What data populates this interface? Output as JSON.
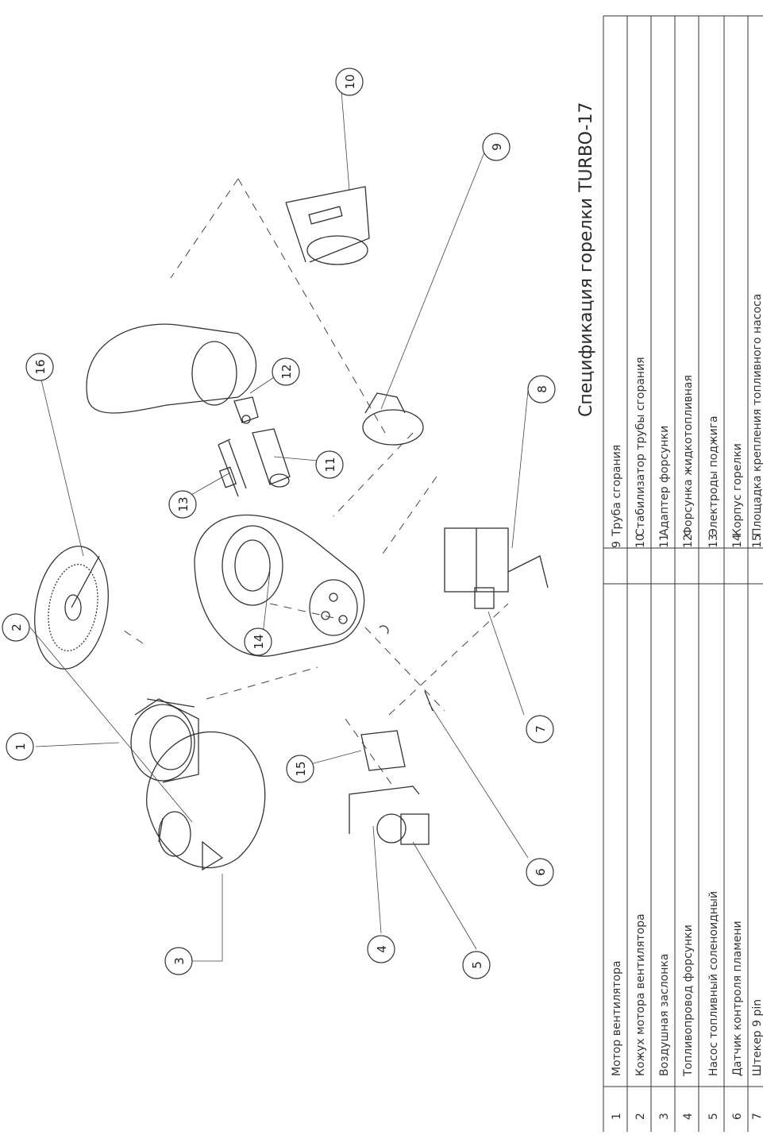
{
  "title": "Спецификация горелки TURBO-17",
  "callouts": [
    "1",
    "2",
    "3",
    "4",
    "5",
    "6",
    "7",
    "8",
    "9",
    "10",
    "11",
    "12",
    "13",
    "14",
    "15",
    "16"
  ],
  "table": {
    "left": [
      {
        "num": "1",
        "name": "Мотор вентилятора"
      },
      {
        "num": "2",
        "name": "Кожух мотора вентилятора"
      },
      {
        "num": "3",
        "name": "Воздушная заслонка"
      },
      {
        "num": "4",
        "name": "Топливопровод форсунки"
      },
      {
        "num": "5",
        "name": "Насос топливный соленоидный"
      },
      {
        "num": "6",
        "name": "Датчик контроля пламени"
      },
      {
        "num": "7",
        "name": "Штекер 9 pin"
      }
    ],
    "right": [
      {
        "num": "9",
        "name": "Труба сгорания"
      },
      {
        "num": "10",
        "name": "Стабилизатор трубы сгорания"
      },
      {
        "num": "11",
        "name": "Адаптер форсунки"
      },
      {
        "num": "12",
        "name": "Форсунка жидкотопливная"
      },
      {
        "num": "13",
        "name": "Электроды поджига"
      },
      {
        "num": "14",
        "name": "Корпус горелки"
      },
      {
        "num": "15",
        "name": "Площадка крепления топливного насоса"
      }
    ]
  }
}
